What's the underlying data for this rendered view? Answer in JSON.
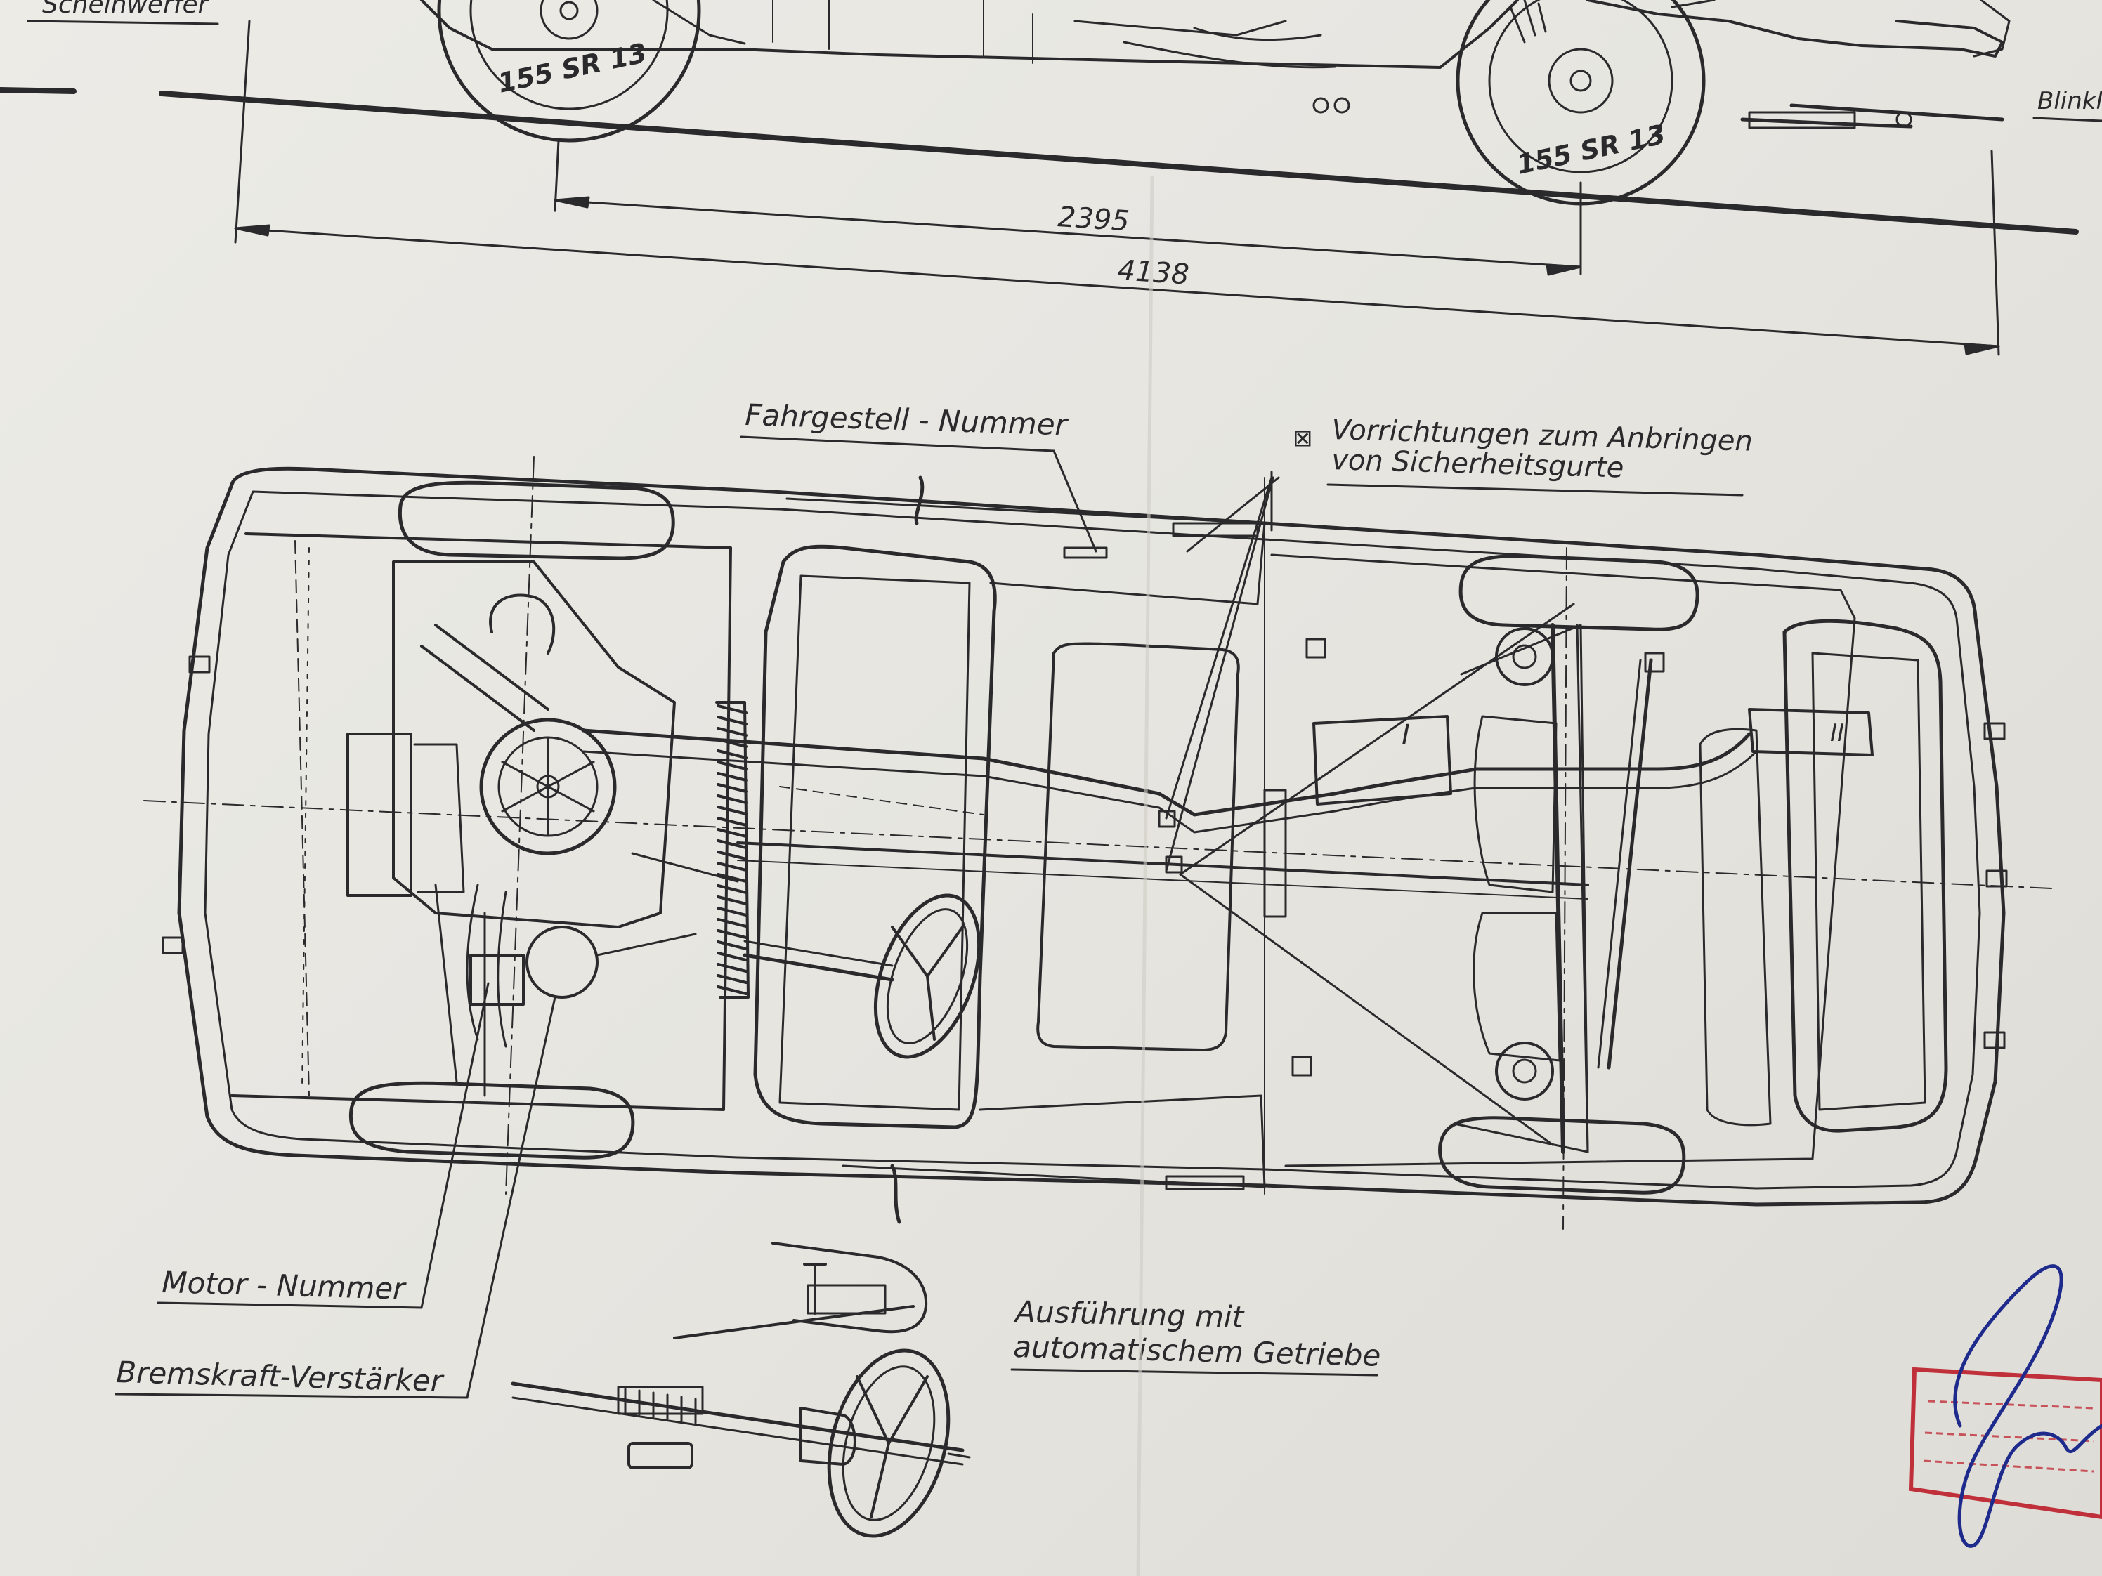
{
  "labels": {
    "headlight": "Scheinwerfer",
    "indicator": "Blinkl",
    "chassis_number": "Fahrgestell - Nummer",
    "belt_mounts_line1": "Vorrichtungen zum Anbringen",
    "belt_mounts_line2": "von Sicherheitsgurte",
    "engine_number": "Motor - Nummer",
    "brake_booster": "Bremskraft-Verstärker",
    "automatic_line1": "Ausführung mit",
    "automatic_line2": "automatischem Getriebe"
  },
  "dimensions": {
    "wheelbase": "2395",
    "overall_length": "4138"
  },
  "tires": {
    "front": "155 SR 13",
    "rear": "155 SR 13"
  },
  "markers": {
    "tank_one": "I",
    "tank_two": "II",
    "belt_symbol": "⊠"
  },
  "colors": {
    "paper": "#e9e8e3",
    "ink": "#2a2a2c",
    "stamp": "#c0303a",
    "signature": "#1e2a8c"
  }
}
